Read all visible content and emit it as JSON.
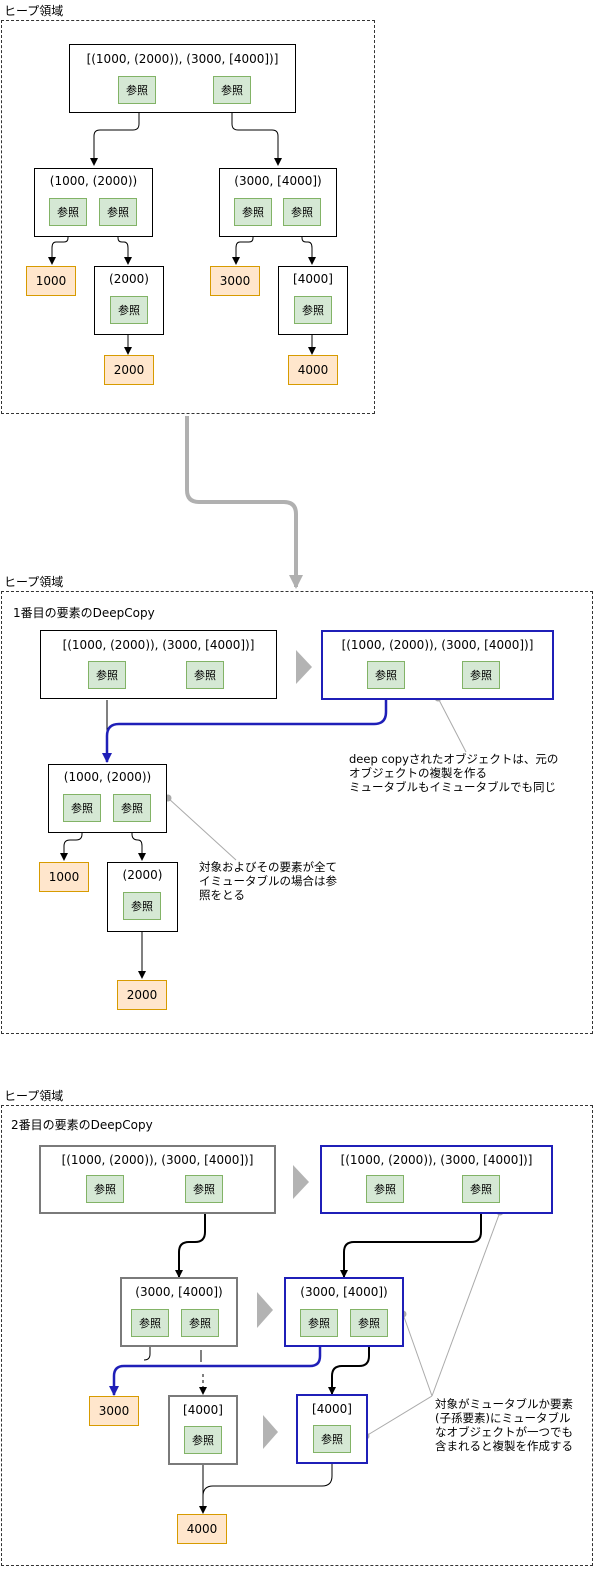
{
  "heap_label": "ヒープ領域",
  "list_title": "[(1000, (2000)), (3000, [4000])]",
  "tuple1_title": "(1000, (2000))",
  "tuple2_title": "(2000)",
  "tuple3_title": "(3000, [4000])",
  "list4_title": "[4000]",
  "ref_label": "参照",
  "values": {
    "v1000": "1000",
    "v2000": "2000",
    "v3000": "3000",
    "v4000": "4000"
  },
  "section2_title": "1番目の要素のDeepCopy",
  "section3_title": "2番目の要素のDeepCopy",
  "notes": {
    "deep_copy": "deep copyされたオブジェクトは、元の\nオブジェクトの複製を作る\nミュータブルもイミュータブルでも同じ",
    "immutable": "対象およびその要素が全て\nイミュータブルの場合は参\n照をとる",
    "mutable": "対象がミュータブルか要素\n(子孫要素)にミュータブル\nなオブジェクトが一つでも\n含まれると複製を作成する"
  },
  "colors": {
    "ref_fill": "#d5e8d4",
    "ref_stroke": "#82b366",
    "val_fill": "#ffe6cc",
    "val_stroke": "#d79b00",
    "copy_blue": "#1f1fb8",
    "gray": "#7a7a7a"
  }
}
